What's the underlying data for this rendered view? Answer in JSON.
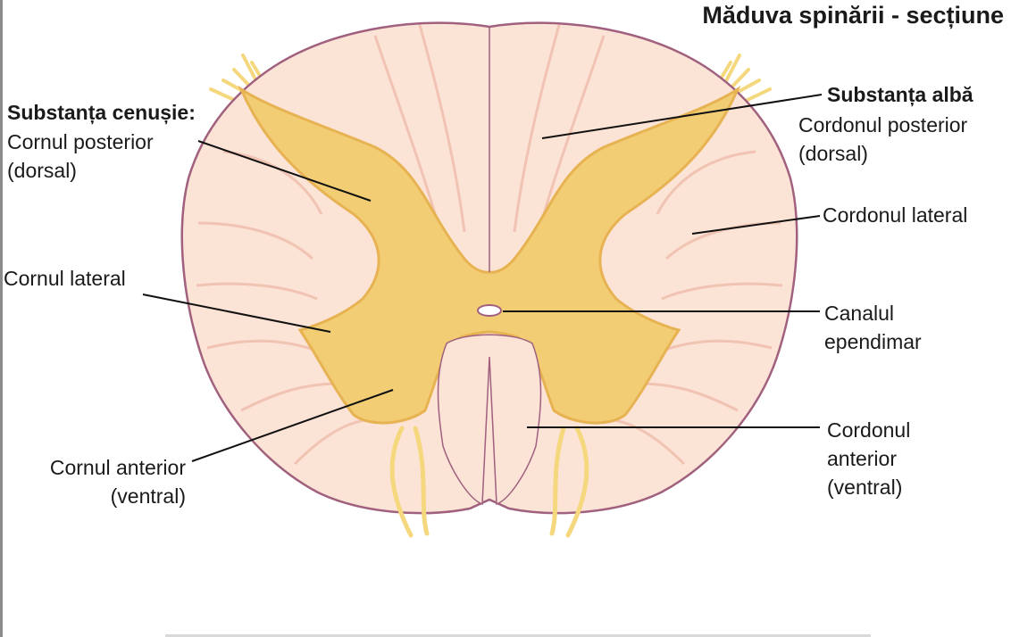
{
  "title": "Măduva spinării - secțiune",
  "labels": {
    "grey_matter_heading": "Substanța cenușie:",
    "posterior_horn": "Cornul posterior",
    "posterior_horn_2": "(dorsal)",
    "lateral_horn": "Cornul lateral",
    "anterior_horn": "Cornul anterior",
    "anterior_horn_2": "(ventral)",
    "white_matter_heading": "Substanța albă",
    "posterior_funiculus": "Cordonul posterior",
    "posterior_funiculus_2": "(dorsal)",
    "lateral_funiculus": "Cordonul lateral",
    "central_canal": "Canalul",
    "central_canal_2": "ependimar",
    "anterior_funiculus": "Cordonul",
    "anterior_funiculus_2": "anterior",
    "anterior_funiculus_3": "(ventral)"
  },
  "colors": {
    "white_matter": "#fbe3d6",
    "white_matter_shadow": "#f1c3b2",
    "outline": "#a0607e",
    "grey_matter": "#f2cd74",
    "grey_matter_edge": "#e7b352",
    "nerve_root": "#f5d77e",
    "leader_line": "#111111"
  }
}
